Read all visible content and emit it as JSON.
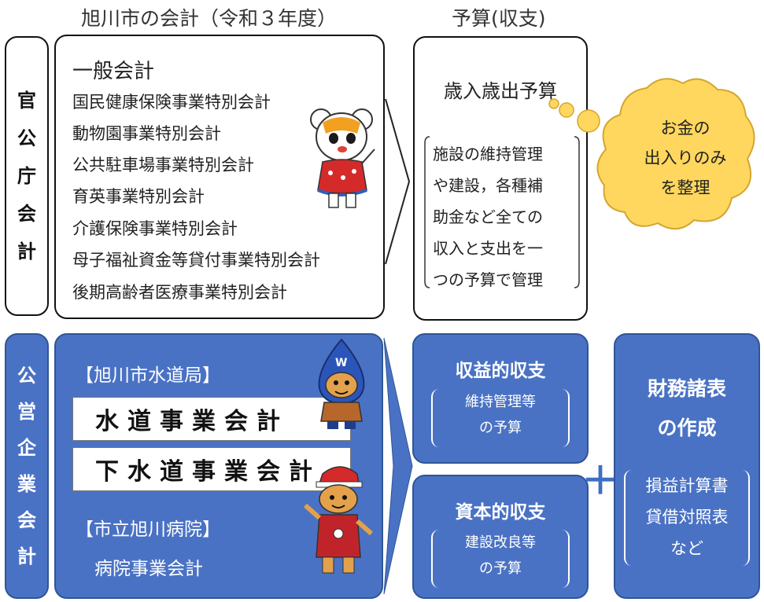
{
  "headers": {
    "left": "旭川市の会計（令和３年度）",
    "right": "予算(収支)"
  },
  "kanchou": {
    "label": [
      "官",
      "公",
      "庁",
      "会",
      "計"
    ],
    "general": "一般会計",
    "items": [
      "国民健康保険事業特別会計",
      "動物園事業特別会計",
      "公共駐車場事業特別会計",
      "育英事業特別会計",
      "介護保険事業特別会計",
      "母子福祉資金等貸付事業特別会計",
      "後期高齢者医療事業特別会計"
    ],
    "budget_title": "歳入歳出予算",
    "budget_desc": [
      "施設の維持管理",
      "や建設，各種補",
      "助金など全ての",
      "収入と支出を一",
      "つの予算で管理"
    ],
    "cloud": [
      "お金の",
      "出入りのみ",
      "を整理"
    ]
  },
  "kouei": {
    "label": [
      "公",
      "営",
      "企",
      "業",
      "会",
      "計"
    ],
    "water_bureau": "【旭川市水道局】",
    "water": "水道事業会計",
    "sewer": "下水道事業会計",
    "hospital_org": "【市立旭川病院】",
    "hospital": "病院事業会計",
    "income_title": "収益的収支",
    "income_desc": [
      "維持管理等",
      "の予算"
    ],
    "capital_title": "資本的収支",
    "capital_desc": [
      "建設改良等",
      "の予算"
    ],
    "plus": "＋",
    "fin_title": [
      "財務諸表",
      "の作成"
    ],
    "fin_desc": [
      "損益計算書",
      "貸借対照表",
      "など"
    ]
  },
  "colors": {
    "blue_box": "#4a72c4",
    "blue_border": "#2e5597",
    "cloud": "#ffd75e",
    "plus": "#3f6fc4"
  }
}
